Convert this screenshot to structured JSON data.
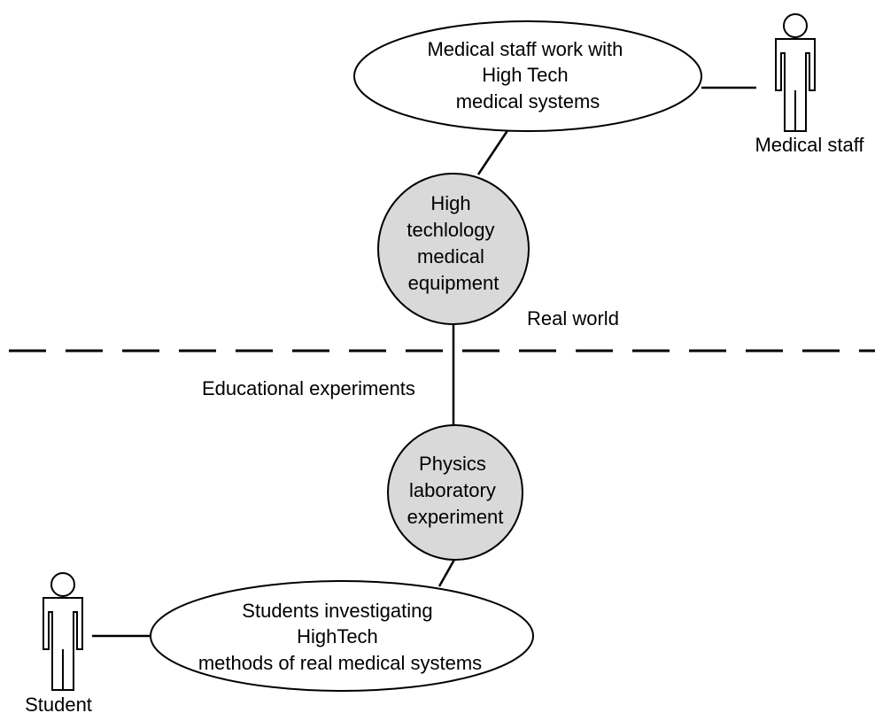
{
  "diagram": {
    "usecase_top": [
      "Medical staff work with",
      "High Tech",
      "medical systems"
    ],
    "actor_top_label": "Medical staff",
    "circle_equipment": [
      "High",
      "techlology",
      "medical",
      "equipment"
    ],
    "real_world_label": "Real world",
    "educational_label": "Educational experiments",
    "circle_physics": [
      "Physics",
      "laboratory",
      "experiment"
    ],
    "usecase_bottom": [
      "Students investigating",
      "HighTech",
      "methods of real medical systems"
    ],
    "actor_bottom_label": "Student",
    "colors": {
      "circle_fill": "#d9d9d9",
      "stroke": "#000000",
      "background": "#ffffff"
    }
  }
}
